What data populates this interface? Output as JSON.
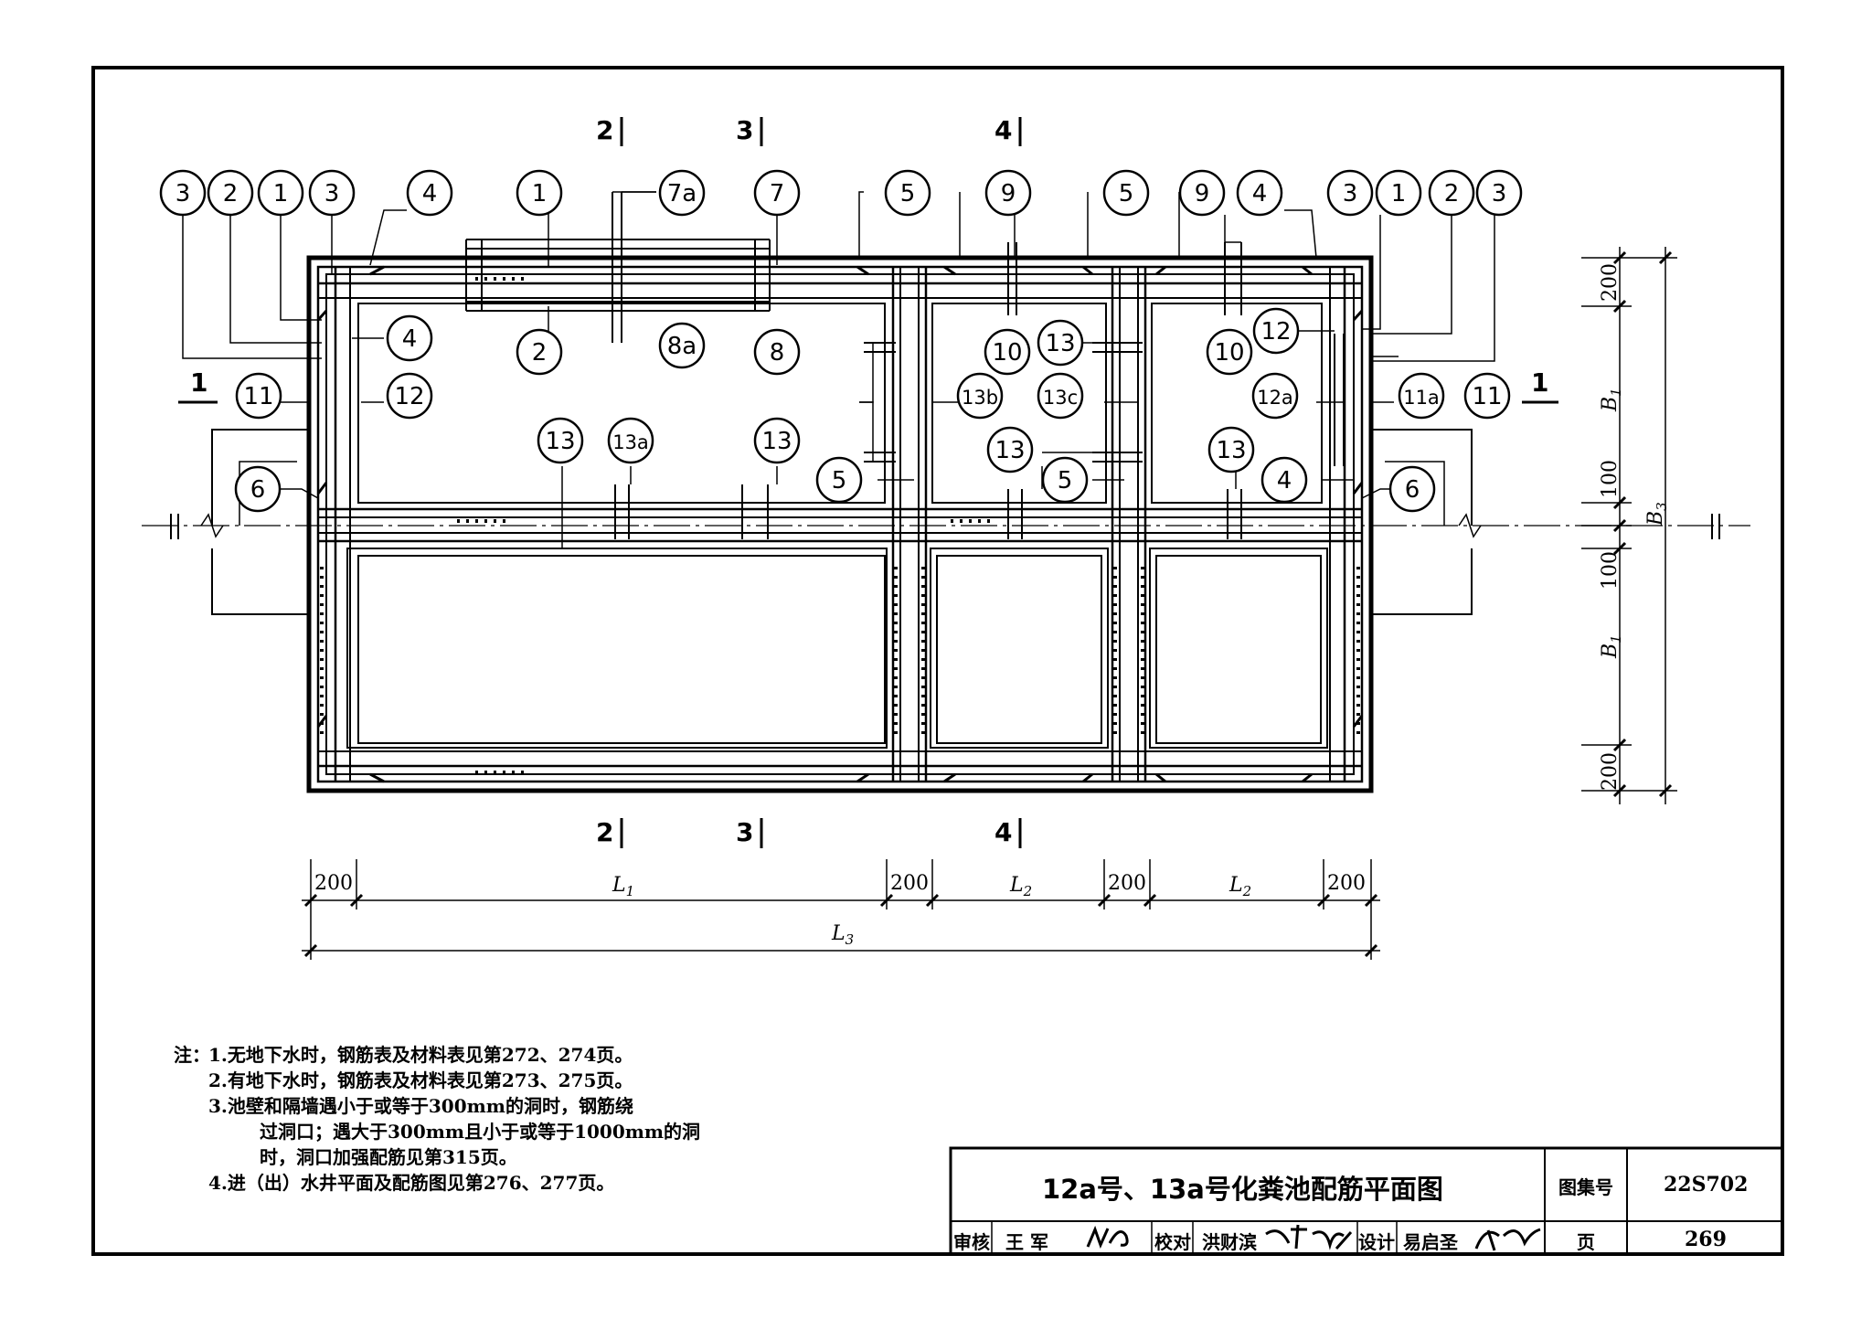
{
  "drawing": {
    "section_marks": {
      "top": [
        "2",
        "3",
        "4"
      ],
      "bottom": [
        "2",
        "3",
        "4"
      ],
      "side": "1"
    },
    "callouts_top": [
      "3",
      "2",
      "1",
      "3",
      "4",
      "1",
      "7a",
      "7",
      "5",
      "9",
      "5",
      "9",
      "4",
      "3",
      "1",
      "2",
      "3"
    ],
    "callouts_inner": [
      "4",
      "2",
      "8a",
      "8",
      "11",
      "12",
      "6",
      "13a",
      "13",
      "13",
      "5",
      "13b",
      "10",
      "13",
      "13c",
      "13",
      "5",
      "10",
      "12",
      "12a",
      "11a",
      "11",
      "13",
      "4",
      "6"
    ],
    "dims_bottom": {
      "d1": "200",
      "l1": "L",
      "l1_sub": "1",
      "d2": "200",
      "l2a": "L",
      "l2a_sub": "2",
      "d3": "200",
      "l2b": "L",
      "l2b_sub": "2",
      "d4": "200",
      "l3": "L",
      "l3_sub": "3"
    },
    "dims_right": {
      "top": "200",
      "b1a": "B",
      "b1a_sub": "1",
      "m1": "100",
      "b3": "B",
      "b3_sub": "3",
      "m2": "100",
      "b1b": "B",
      "b1b_sub": "1",
      "bottom": "200"
    }
  },
  "notes": {
    "label": "注：",
    "items": [
      "1.无地下水时，钢筋表及材料表见第272、274页。",
      "2.有地下水时，钢筋表及材料表见第273、275页。",
      "3.池壁和隔墙遇小于或等于300mm的洞时，钢筋绕",
      "过洞口；遇大于300mm且小于或等于1000mm的洞",
      "时，洞口加强配筋见第315页。",
      "4.进（出）水井平面及配筋图见第276、277页。"
    ]
  },
  "title_block": {
    "title": "12a号、13a号化粪池配筋平面图",
    "atlas_label": "图集号",
    "atlas_no": "22S702",
    "review_label": "审核",
    "reviewer": "王 军",
    "check_label": "校对",
    "checker": "洪财滨",
    "design_label": "设计",
    "designer": "易启圣",
    "page_label": "页",
    "page_no": "269"
  }
}
